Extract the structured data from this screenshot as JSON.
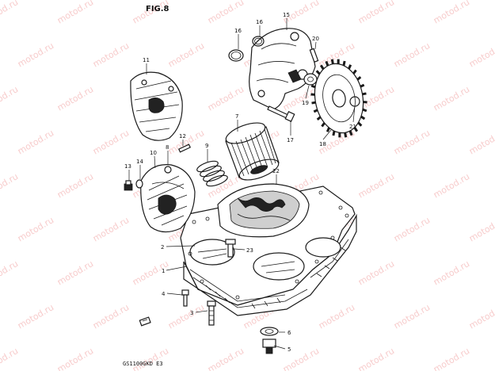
{
  "figure": {
    "title": "FIG.8",
    "code": "GS1100GKD E3"
  },
  "watermark": {
    "text": "motod.ru",
    "color": "#f4b6b6"
  },
  "callouts": [
    {
      "id": "c1",
      "label": "1"
    },
    {
      "id": "c2",
      "label": "2"
    },
    {
      "id": "c3",
      "label": "3"
    },
    {
      "id": "c4",
      "label": "4"
    },
    {
      "id": "c5",
      "label": "5"
    },
    {
      "id": "c6",
      "label": "6"
    },
    {
      "id": "c7",
      "label": "7"
    },
    {
      "id": "c8",
      "label": "8"
    },
    {
      "id": "c9",
      "label": "9"
    },
    {
      "id": "c10",
      "label": "10"
    },
    {
      "id": "c11",
      "label": "11"
    },
    {
      "id": "c12",
      "label": "12"
    },
    {
      "id": "c13",
      "label": "13"
    },
    {
      "id": "c14",
      "label": "14"
    },
    {
      "id": "c15",
      "label": "15"
    },
    {
      "id": "c16a",
      "label": "16"
    },
    {
      "id": "c16b",
      "label": "16"
    },
    {
      "id": "c17",
      "label": "17"
    },
    {
      "id": "c18",
      "label": "18"
    },
    {
      "id": "c19",
      "label": "19"
    },
    {
      "id": "c20",
      "label": "20"
    },
    {
      "id": "c21",
      "label": "21"
    },
    {
      "id": "c22",
      "label": "22"
    },
    {
      "id": "c23",
      "label": "23"
    }
  ]
}
